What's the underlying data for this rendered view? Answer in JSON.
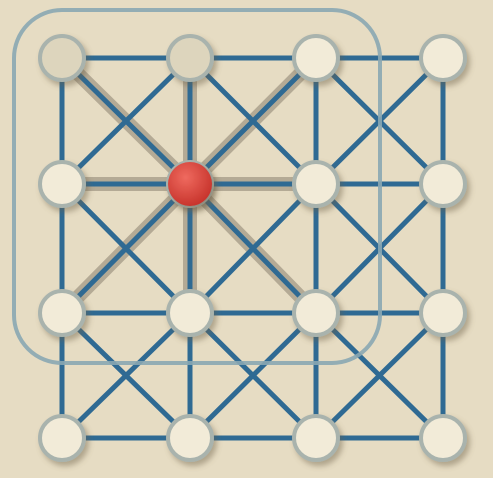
{
  "board": {
    "rows": 4,
    "cols": 4,
    "highlight_region": {
      "from_col": 0,
      "from_row": 0,
      "to_col": 2,
      "to_row": 2
    },
    "highlighted_nodes": [
      [
        0,
        0
      ],
      [
        1,
        0
      ]
    ],
    "player_piece": {
      "col": 1,
      "row": 1
    },
    "reachable_moves": [
      [
        0,
        0
      ],
      [
        1,
        0
      ],
      [
        2,
        0
      ],
      [
        0,
        1
      ],
      [
        2,
        1
      ],
      [
        0,
        2
      ],
      [
        1,
        2
      ],
      [
        2,
        2
      ]
    ]
  },
  "colors": {
    "background": "#e6dcc3",
    "line": "#2f6a93",
    "move_line": "#b4aa95",
    "node_fill": "#f2ebd8",
    "node_highlight_fill": "#ddd5bd",
    "node_ring": "#a9b3ad",
    "region_outline": "#8aa7b3",
    "piece": "#d9463e"
  }
}
